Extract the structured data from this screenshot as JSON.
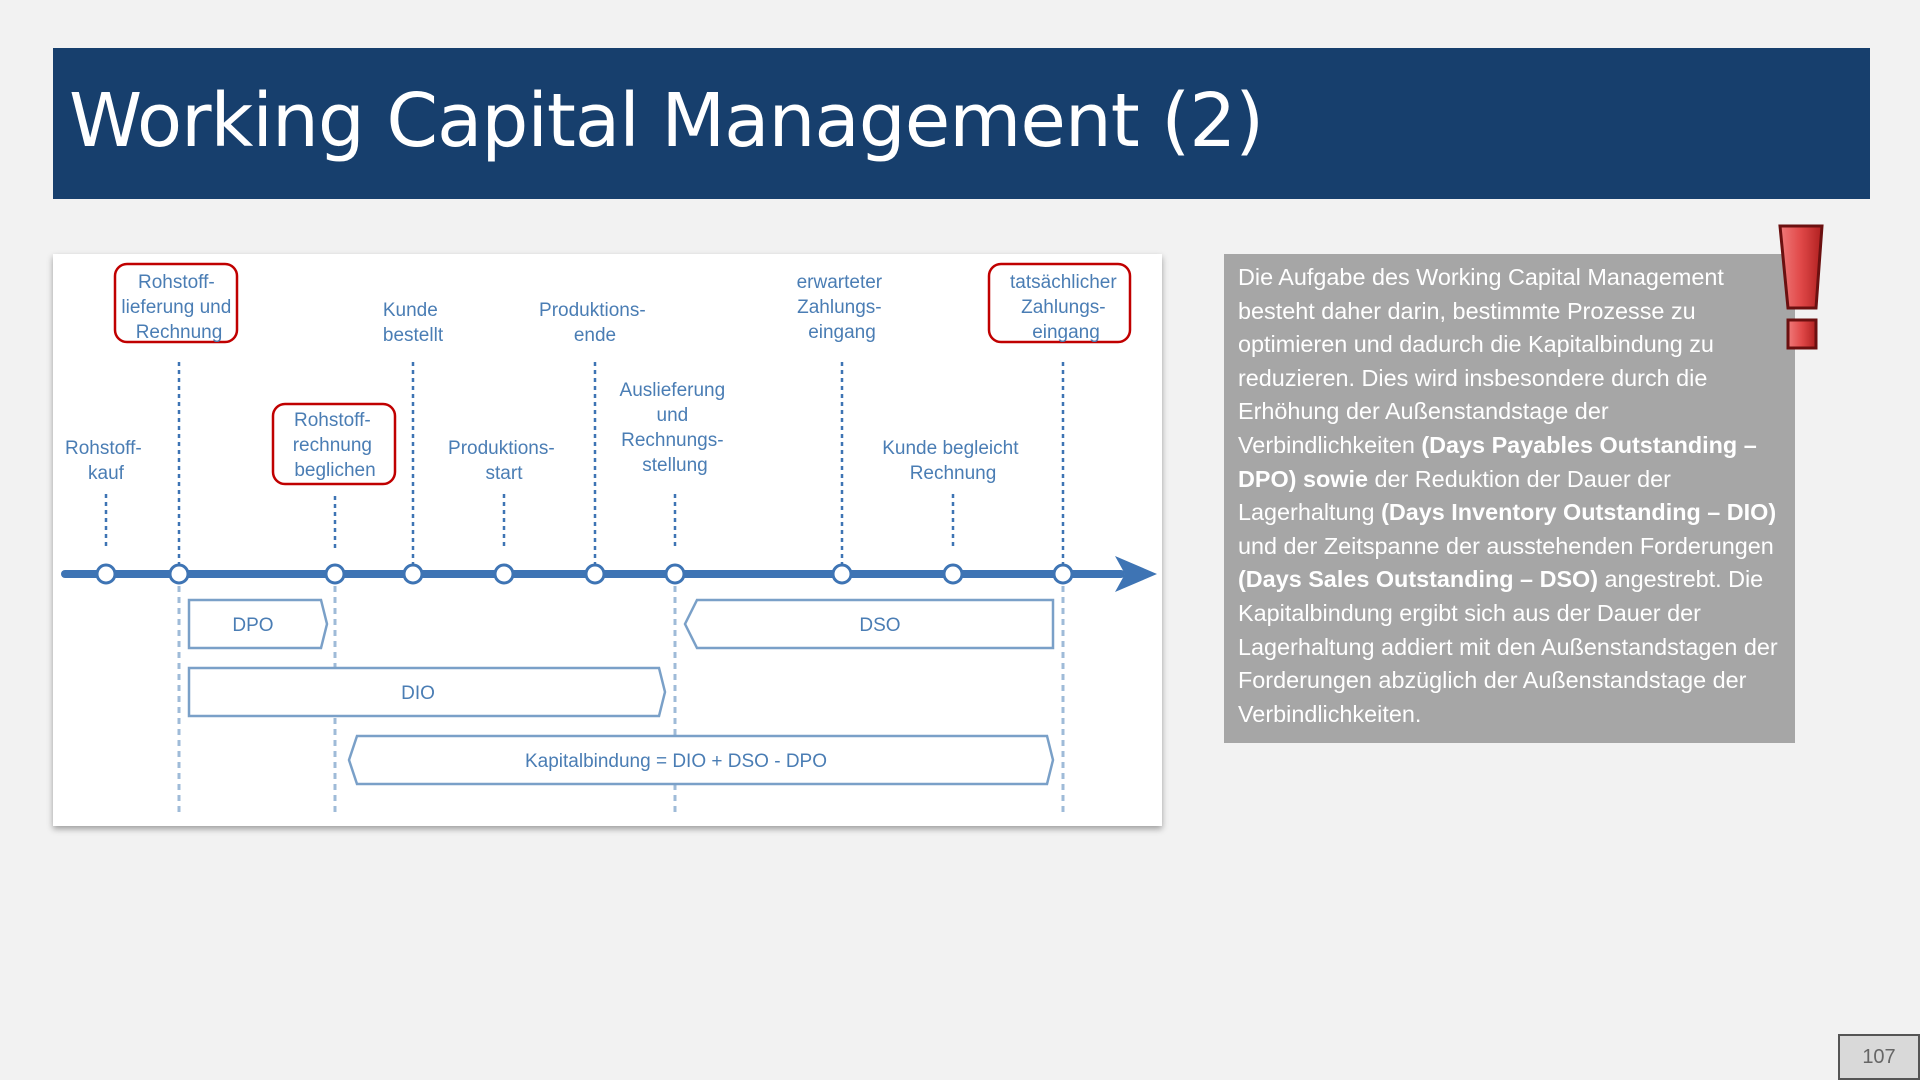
{
  "title": "Working Capital Management (2)",
  "timeline": {
    "events_upper": [
      {
        "id": "rohstofflieferung",
        "lines": [
          "Rohstoff-",
          "lieferung und",
          "Rechnung"
        ],
        "highlighted": true
      },
      {
        "id": "kunde-bestellt",
        "lines": [
          "Kunde",
          "bestellt"
        ],
        "highlighted": false
      },
      {
        "id": "produktionsende",
        "lines": [
          "Produktions-",
          "ende"
        ],
        "highlighted": false
      },
      {
        "id": "erwarteter-zahlungseingang",
        "lines": [
          "erwarteter",
          "Zahlungs-",
          "eingang"
        ],
        "highlighted": false
      },
      {
        "id": "tatsaechlicher-zahlungseingang",
        "lines": [
          "tatsächlicher",
          "Zahlungs-",
          "eingang"
        ],
        "highlighted": true
      }
    ],
    "events_lower": [
      {
        "id": "rohstoffkauf",
        "lines": [
          "Rohstoff-",
          "kauf"
        ],
        "highlighted": false
      },
      {
        "id": "rohstoffrechnung-beglichen",
        "lines": [
          "Rohstoff-",
          "rechnung",
          "beglichen"
        ],
        "highlighted": true
      },
      {
        "id": "produktionsstart",
        "lines": [
          "Produktions-",
          "start"
        ],
        "highlighted": false
      },
      {
        "id": "auslieferung",
        "lines": [
          "Auslieferung",
          "und",
          "Rechnungs-",
          "stellung"
        ],
        "highlighted": false
      },
      {
        "id": "kunde-begleicht",
        "lines": [
          "Kunde begleicht",
          "Rechnung"
        ],
        "highlighted": false
      }
    ],
    "periods": {
      "dpo": "DPO",
      "dso": "DSO",
      "dio": "DIO",
      "kapitalbindung": "Kapitalbindung = DIO + DSO - DPO"
    },
    "colors": {
      "axis": "#3e74b4",
      "label": "#4a7db4",
      "highlight": "#c00000",
      "box": "#7aa0c8"
    }
  },
  "info": {
    "p1": "Die Aufgabe des Working Capital Management besteht daher darin, bestimmte Prozesse zu optimieren und dadurch die Kapitalbindung zu reduzieren. Dies wird insbesondere durch die Erhöhung der Außenstandstage der Verbindlichkeiten ",
    "b1": "(Days Payables Outstanding – DPO) sowie",
    "p2": " der Reduktion der Dauer der Lagerhaltung ",
    "b2": "(Days Inventory Outstanding – DIO)",
    "p3": " und der Zeitspanne der ausstehenden Forderungen ",
    "b3": "(Days Sales Outstanding – DSO)",
    "p4": " angestrebt. Die Kapitalbindung ergibt sich aus der Dauer der Lagerhaltung addiert mit den Außenstandstagen der Forderungen abzüglich der Außenstandstage der Verbindlichkeiten."
  },
  "icons": {
    "alert": "exclamation-icon"
  },
  "page_number": "107"
}
